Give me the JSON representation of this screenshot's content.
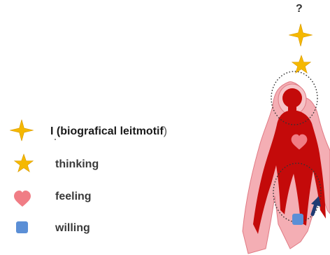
{
  "question_mark": "?",
  "legend": {
    "items": [
      {
        "label": "I (biografical leitmotif",
        "suffix": ")",
        "icon": "four-point-star"
      },
      {
        "label": "thinking",
        "icon": "five-point-star"
      },
      {
        "label": "feeling",
        "icon": "heart"
      },
      {
        "label": "willing",
        "icon": "square"
      }
    ]
  },
  "colors": {
    "star": "#f5b800",
    "heart": "#f07d85",
    "square": "#5b8fd6",
    "figure_dark": "#c40a0a",
    "figure_light": "#f4aeb4",
    "arrow": "#1f3b73"
  }
}
